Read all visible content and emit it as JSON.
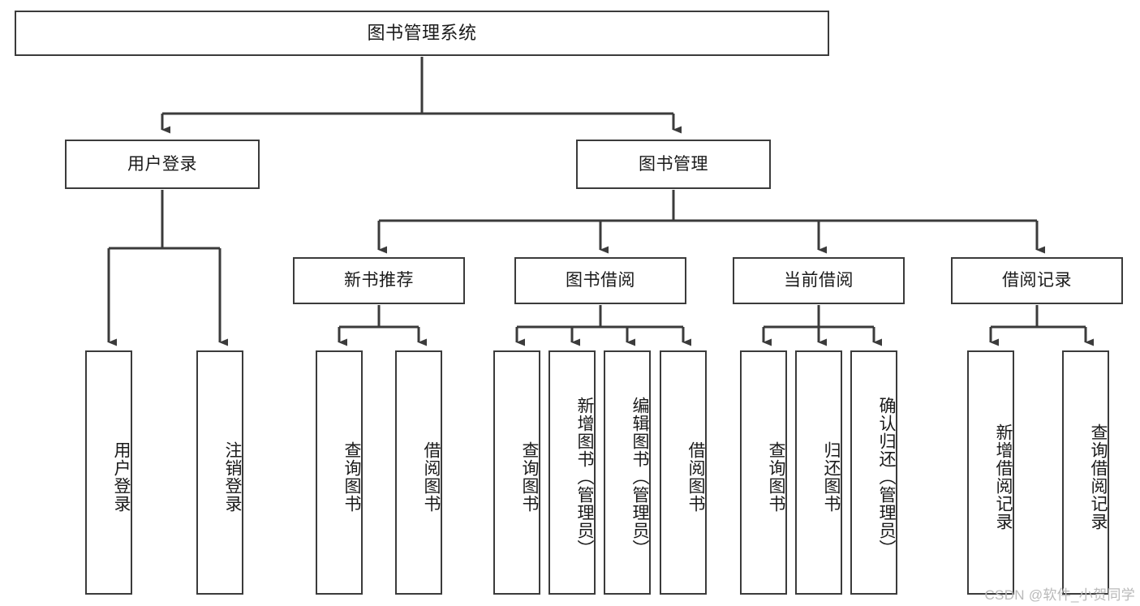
{
  "diagram": {
    "title": "图书管理系统",
    "type": "tree-hierarchy-diagram",
    "stroke_color": "#3b3b3b",
    "fill_color": "#ffffff",
    "text_color": "#1a1a1a",
    "root": {
      "id": "root",
      "label": "图书管理系统",
      "orientation": "horizontal"
    },
    "level2": [
      {
        "id": "user-login",
        "label": "用户登录",
        "orientation": "horizontal"
      },
      {
        "id": "book-manage",
        "label": "图书管理",
        "orientation": "horizontal"
      }
    ],
    "level3": [
      {
        "id": "new-book-recommend",
        "label": "新书推荐",
        "orientation": "horizontal"
      },
      {
        "id": "book-borrow",
        "label": "图书借阅",
        "orientation": "horizontal"
      },
      {
        "id": "current-borrow",
        "label": "当前借阅",
        "orientation": "horizontal"
      },
      {
        "id": "borrow-record",
        "label": "借阅记录",
        "orientation": "horizontal"
      }
    ],
    "leaves": {
      "user_login": [
        {
          "id": "leaf-user-login",
          "label": "用户登录",
          "orientation": "vertical"
        },
        {
          "id": "leaf-logout-login",
          "label": "注销登录",
          "orientation": "vertical"
        }
      ],
      "new_book_recommend": [
        {
          "id": "leaf-query-book-1",
          "label": "查询图书",
          "orientation": "vertical"
        },
        {
          "id": "leaf-borrow-book-1",
          "label": "借阅图书",
          "orientation": "vertical"
        }
      ],
      "book_borrow": [
        {
          "id": "leaf-query-book-2",
          "label": "查询图书",
          "orientation": "vertical"
        },
        {
          "id": "leaf-add-book-admin",
          "label": "新增图书（管理员）",
          "orientation": "vertical"
        },
        {
          "id": "leaf-edit-book-admin",
          "label": "编辑图书（管理员）",
          "orientation": "vertical"
        },
        {
          "id": "leaf-borrow-book-2",
          "label": "借阅图书",
          "orientation": "vertical"
        }
      ],
      "current_borrow": [
        {
          "id": "leaf-query-book-3",
          "label": "查询图书",
          "orientation": "vertical"
        },
        {
          "id": "leaf-return-book",
          "label": "归还图书",
          "orientation": "vertical"
        },
        {
          "id": "leaf-confirm-return-admin",
          "label": "确认归还（管理员）",
          "orientation": "vertical"
        }
      ],
      "borrow_record": [
        {
          "id": "leaf-add-borrow-record",
          "label": "新增借阅记录",
          "orientation": "vertical"
        },
        {
          "id": "leaf-query-borrow-record",
          "label": "查询借阅记录",
          "orientation": "vertical"
        }
      ]
    }
  },
  "watermark": {
    "text": "CSDN @软件_小贺同学"
  }
}
